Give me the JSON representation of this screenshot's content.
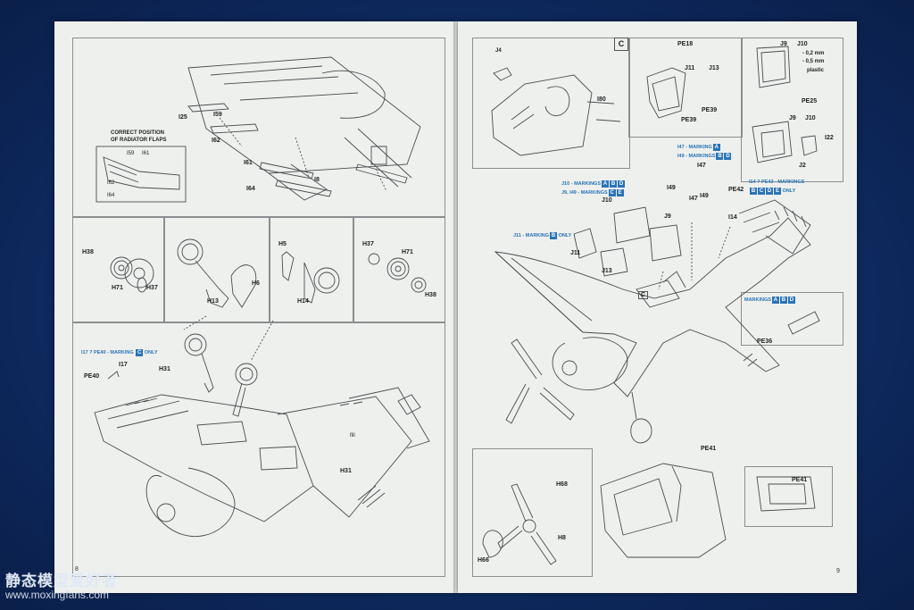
{
  "left_page": {
    "number": "8",
    "radiator_note": [
      "CORRECT POSITION",
      "OF RADIATOR FLAPS"
    ],
    "marking_note": "I17 ? PE40 - MARKING",
    "marking_letter": "C",
    "marking_suffix": "ONLY",
    "parts": {
      "i25": "I25",
      "i59": "I59",
      "i62": "I62",
      "i61": "I61",
      "i64": "I64",
      "i8": "I8",
      "i59b": "I59",
      "i61b": "I61",
      "i62b": "I62",
      "i64b": "I64",
      "h38": "H38",
      "h71": "H71",
      "h37": "H37",
      "h13": "H13",
      "h6": "H6",
      "h5": "H5",
      "h14": "H14",
      "h37b": "H37",
      "h71b": "H71",
      "h38b": "H38",
      "pe40": "PE40",
      "i17": "I17",
      "h31": "H31",
      "h31b": "H31",
      "fill": "fill"
    }
  },
  "right_page": {
    "number": "9",
    "step_letter": "C",
    "parts": {
      "j4": "J4",
      "i80": "I80",
      "pe18": "PE18",
      "j11": "J11",
      "j13": "J13",
      "pe39": "PE39",
      "pe39b": "PE39",
      "j9": "J9",
      "j10": "J10",
      "thick1": "- 0,2 mm",
      "thick2": "- 0,5 mm",
      "plastic": "plastic",
      "pe25": "PE25",
      "j9b": "J9",
      "j10b": "J10",
      "i22": "I22",
      "j2": "J2",
      "i47": "I47",
      "i49": "I49",
      "i47b": "I47",
      "i49b": "I49",
      "pe42": "PE42",
      "i14": "I14",
      "j10c": "J10",
      "j9c": "J9",
      "j11b": "J11",
      "j13b": "J13",
      "c": "C",
      "pe36": "PE36",
      "pe41": "PE41",
      "pe41b": "PE41",
      "h68": "H68",
      "h8": "H8",
      "h66": "H66"
    },
    "markings": {
      "i47": {
        "text": "I47 - MARKING",
        "letters": [
          "A"
        ]
      },
      "i49": {
        "text": "I49 - MARKINGS",
        "letters": [
          "B",
          "D"
        ]
      },
      "j10": {
        "text": "J10 - MARKINGS",
        "letters": [
          "A",
          "B",
          "D"
        ]
      },
      "j9": {
        "text": "J9, I49 - MARKINGS",
        "letters": [
          "C",
          "E"
        ]
      },
      "j11": {
        "text": "J11 - MARKING",
        "letters": [
          "B"
        ],
        "suffix": "ONLY"
      },
      "i14": {
        "text": "I14 ? PE42 - MARKINGS",
        "letters": [
          "B",
          "C",
          "D",
          "E"
        ],
        "suffix": "ONLY"
      },
      "abd": {
        "text": "MARKINGS",
        "letters": [
          "A",
          "B",
          "D"
        ]
      }
    }
  },
  "watermark": {
    "title": "静态模型爱好者",
    "url": "www.moxingfans.com"
  },
  "colors": {
    "paper": "#eef0ee",
    "line": "#4a4d4f",
    "accent": "#2a73b8",
    "background": "#0f2a5c"
  }
}
